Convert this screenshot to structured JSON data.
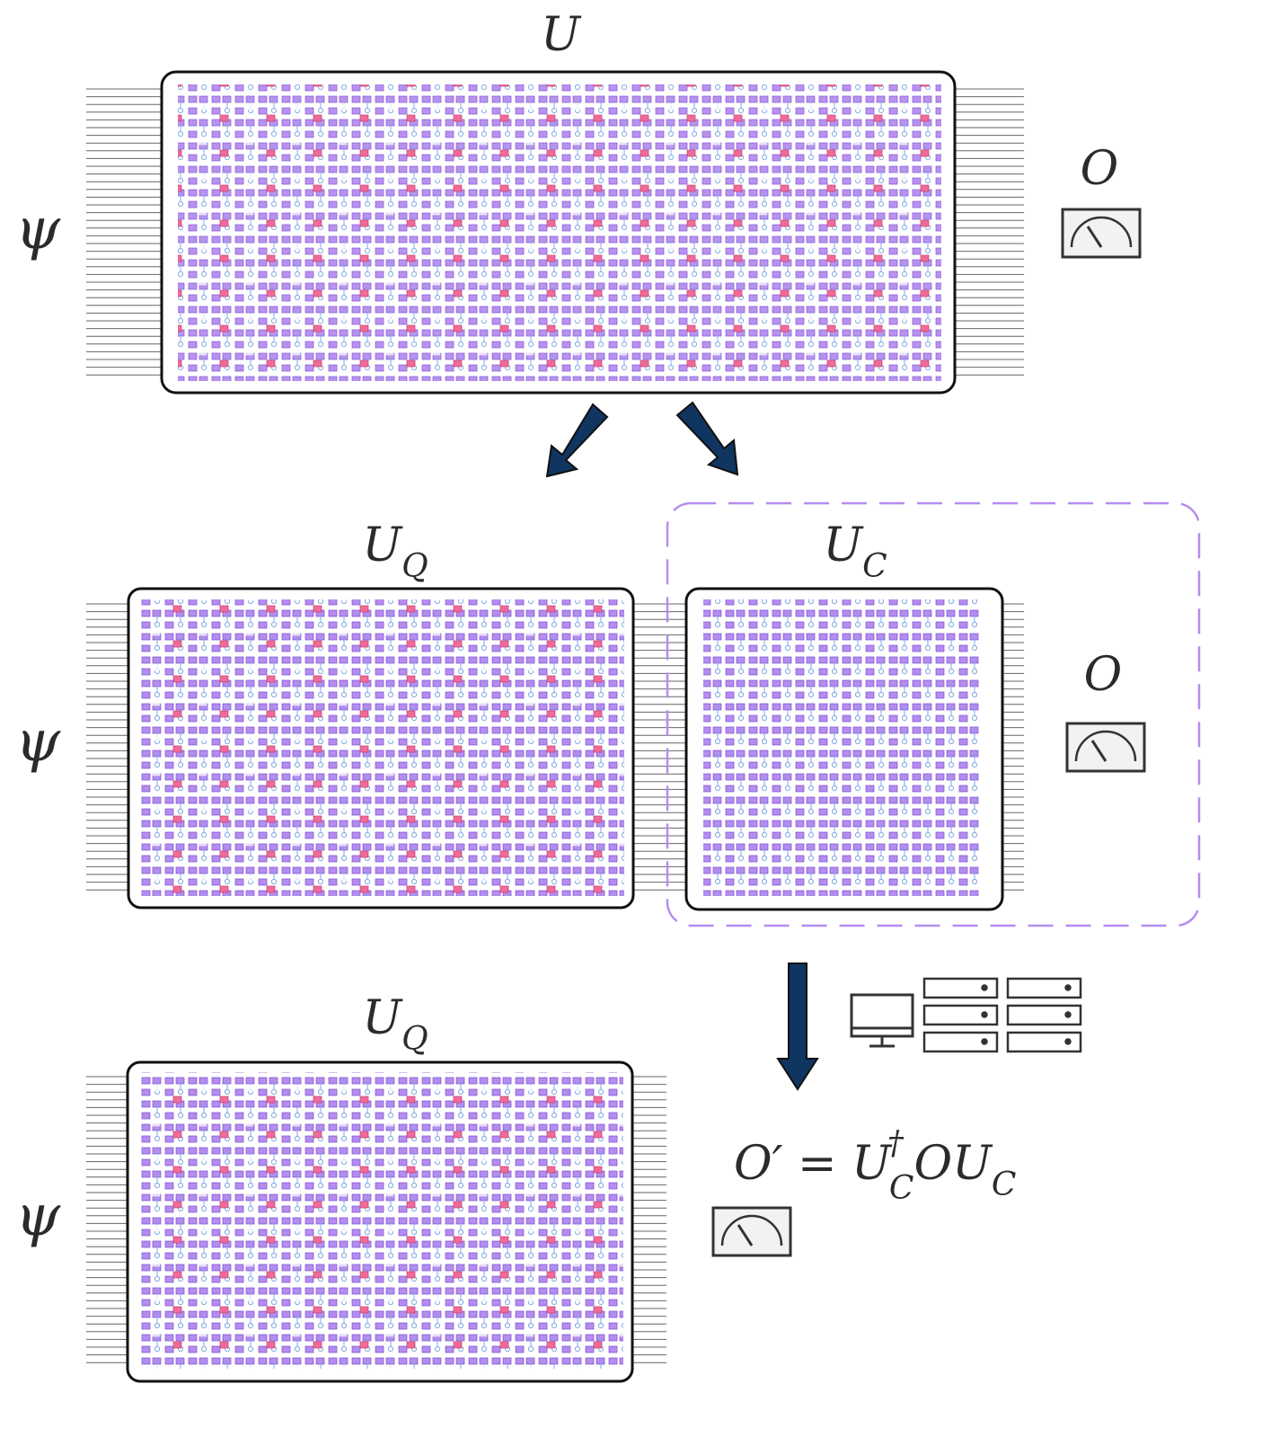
{
  "diagram": {
    "labels": {
      "unitary": "U",
      "state": "ψ",
      "observable": "O",
      "unitary_main": "U",
      "unitary_main_sub": "Q",
      "unitary_cut": "U",
      "unitary_cut_sub": "C",
      "formula_lhs": "O′ = U",
      "formula_dagger": "†",
      "formula_sub_1": "C",
      "formula_mid": "OU",
      "formula_sub_2": "C"
    },
    "colors": {
      "gate": "#b58cf0",
      "gate_border": "#7b4fd1",
      "gate_highlight": "#f06b9a",
      "control": "#7fa9e6",
      "wire": "#555555",
      "box_border": "#111111",
      "arrow": "#0f3560",
      "dashed_border": "#b58cf0"
    },
    "icons": [
      "meter-icon",
      "desktop-icon",
      "server-icon"
    ]
  }
}
